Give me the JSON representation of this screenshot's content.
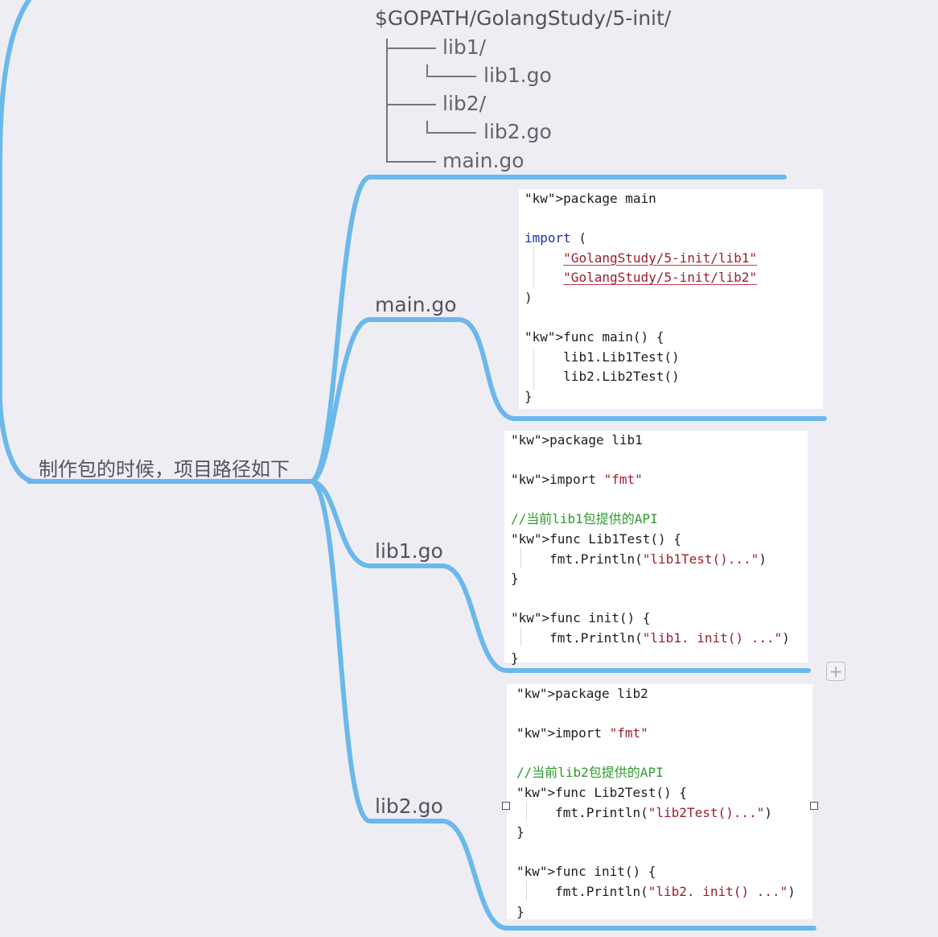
{
  "root": {
    "label": "制作包的时候，项目路径如下"
  },
  "tree": {
    "root": "$GOPATH/GolangStudy/5-init/",
    "items": [
      "lib1/",
      "lib1.go",
      "lib2/",
      "lib2.go",
      "main.go"
    ]
  },
  "branches": [
    {
      "label": "main.go"
    },
    {
      "label": "lib1.go"
    },
    {
      "label": "lib2.go"
    }
  ],
  "code": {
    "main": {
      "package": "package main",
      "import_kw": "import",
      "imports": [
        "\"GolangStudy/5-init/lib1\"",
        "\"GolangStudy/5-init/lib2\""
      ],
      "func_sig": "func main() {",
      "calls": [
        "lib1.Lib1Test()",
        "lib2.Lib2Test()"
      ]
    },
    "lib1": {
      "package": "package lib1",
      "import": "import \"fmt\"",
      "comment": "//当前lib1包提供的API",
      "func_sig": "func Lib1Test() {",
      "body1": "fmt.Println(\"lib1Test()...\")",
      "init_sig": "func init() {",
      "body2": "fmt.Println(\"lib1. init() ...\")"
    },
    "lib2": {
      "package": "package lib2",
      "import": "import \"fmt\"",
      "comment": "//当前lib2包提供的API",
      "func_sig": "func Lib2Test() {",
      "body1": "fmt.Println(\"lib2Test()...\")",
      "init_sig": "func init() {",
      "body2": "fmt.Println(\"lib2. init() ...\")"
    }
  },
  "colors": {
    "connector": "#6ab8ec",
    "background": "#efedf4"
  },
  "icons": {
    "add_topic": "plus-icon"
  }
}
